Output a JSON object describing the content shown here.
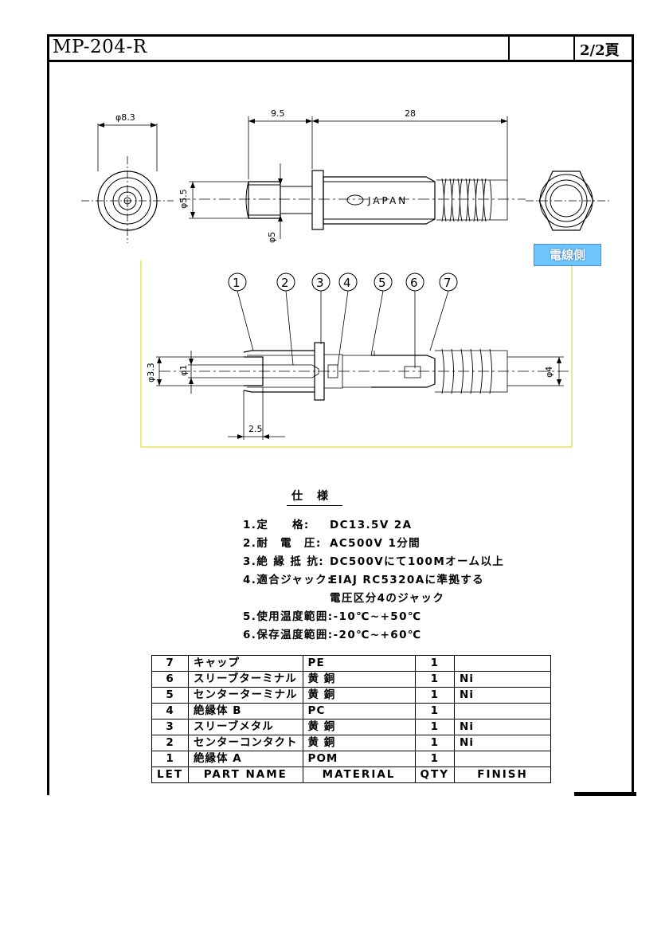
{
  "header": {
    "title": "MP-204-R",
    "page": "2/2頁"
  },
  "dimensions": {
    "front_dia": "φ8.3",
    "len_a": "9.5",
    "len_b": "28",
    "dia_55": "φ5.5",
    "dia_5": "φ5",
    "dia_33": "φ3.3",
    "dia_1": "φ1",
    "dia_4": "φ4",
    "len_25": "2.5"
  },
  "marking": "JAPAN",
  "wire_side_label": "電線側",
  "callouts": [
    "1",
    "2",
    "3",
    "4",
    "5",
    "6",
    "7"
  ],
  "specs": {
    "title": "仕様",
    "items": [
      {
        "label": "1.定　　格:",
        "value": "DC13.5V 2A"
      },
      {
        "label": "2.耐　電　圧:",
        "value": "AC500V 1分間"
      },
      {
        "label": "3.絶 縁 抵 抗:",
        "value": "DC500Vにて100Mオーム以上"
      },
      {
        "label": "4.適合ジャック:",
        "value": "EIAJ RC5320Aに準拠する"
      }
    ],
    "continuation": "電圧区分4のジャック",
    "temps": [
      {
        "label": "5.使用温度範囲:",
        "value": "-10℃~+50℃"
      },
      {
        "label": "6.保存温度範囲:",
        "value": "-20℃~+60℃"
      }
    ]
  },
  "parts_table": {
    "headers": [
      "LET",
      "PART NAME",
      "MATERIAL",
      "QTY",
      "FINISH"
    ],
    "rows": [
      {
        "let": "7",
        "name": "キャップ",
        "material": "PE",
        "qty": "1",
        "finish": ""
      },
      {
        "let": "6",
        "name": "スリーブターミナル",
        "material": "黄 銅",
        "qty": "1",
        "finish": "Ni"
      },
      {
        "let": "5",
        "name": "センターターミナル",
        "material": "黄 銅",
        "qty": "1",
        "finish": "Ni"
      },
      {
        "let": "4",
        "name": "絶縁体 B",
        "material": "PC",
        "qty": "1",
        "finish": ""
      },
      {
        "let": "3",
        "name": "スリーブメタル",
        "material": "黄 銅",
        "qty": "1",
        "finish": "Ni"
      },
      {
        "let": "2",
        "name": "センターコンタクト",
        "material": "黄 銅",
        "qty": "1",
        "finish": "Ni"
      },
      {
        "let": "1",
        "name": "絶縁体 A",
        "material": "POM",
        "qty": "1",
        "finish": ""
      }
    ]
  }
}
